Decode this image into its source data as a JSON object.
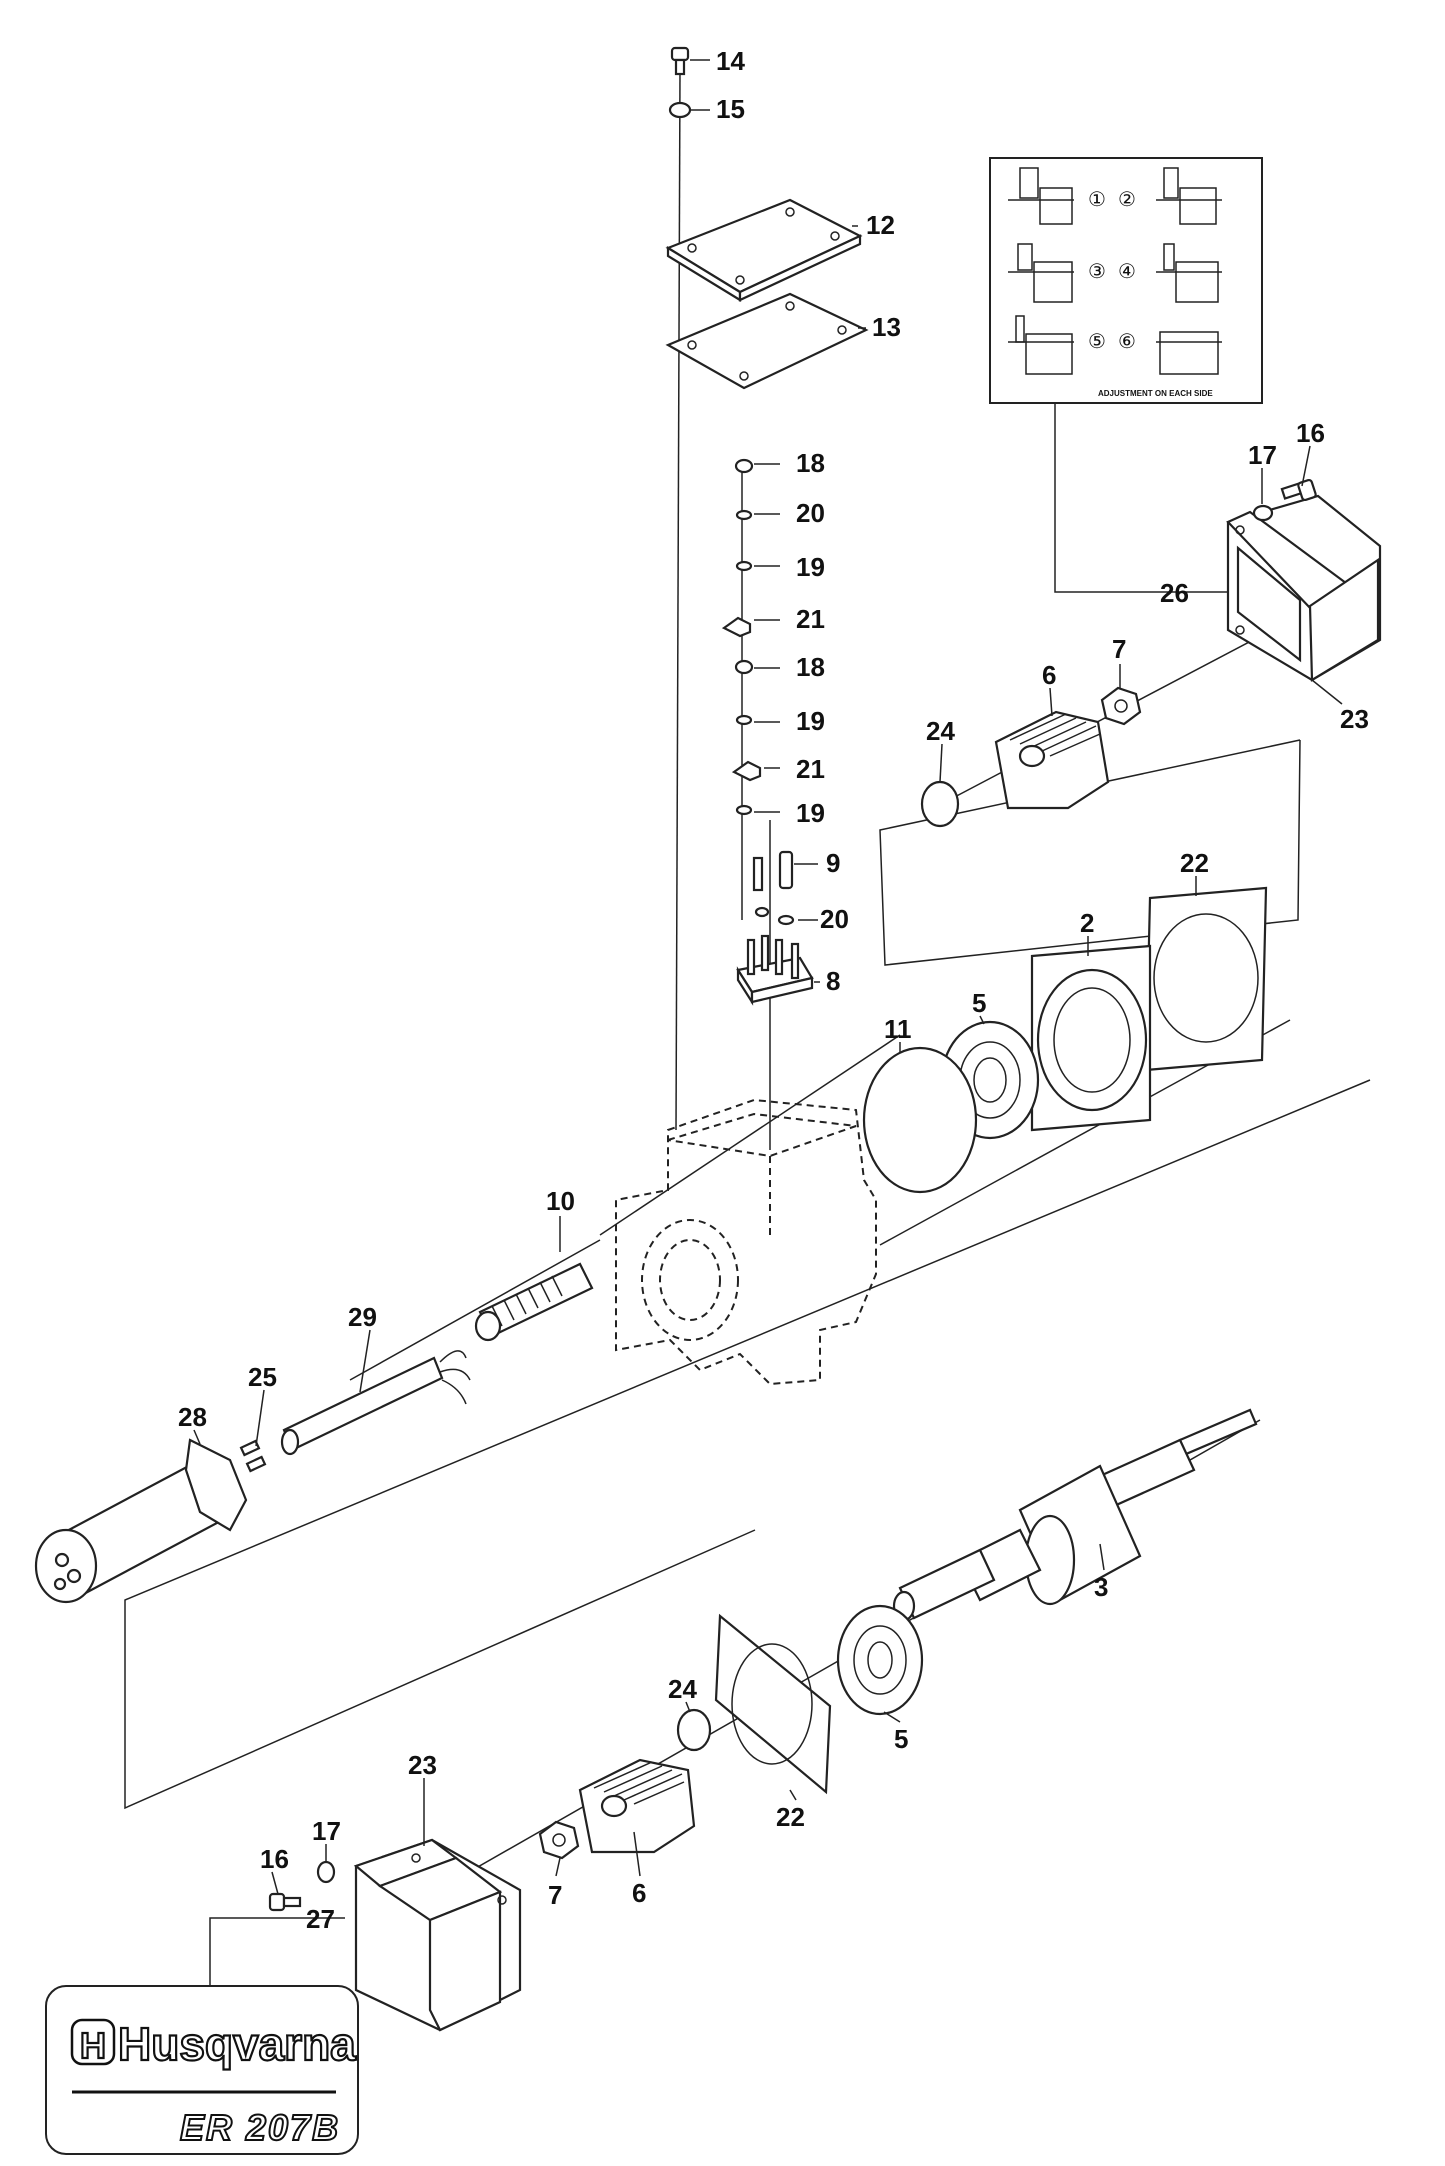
{
  "callouts": [
    {
      "id": "c14",
      "label": "14"
    },
    {
      "id": "c15",
      "label": "15"
    },
    {
      "id": "c12",
      "label": "12"
    },
    {
      "id": "c13",
      "label": "13"
    },
    {
      "id": "c18a",
      "label": "18"
    },
    {
      "id": "c20a",
      "label": "20"
    },
    {
      "id": "c19a",
      "label": "19"
    },
    {
      "id": "c21a",
      "label": "21"
    },
    {
      "id": "c18b",
      "label": "18"
    },
    {
      "id": "c19b",
      "label": "19"
    },
    {
      "id": "c21b",
      "label": "21"
    },
    {
      "id": "c19c",
      "label": "19"
    },
    {
      "id": "c9",
      "label": "9"
    },
    {
      "id": "c20b",
      "label": "20"
    },
    {
      "id": "c8",
      "label": "8"
    },
    {
      "id": "c17a",
      "label": "17"
    },
    {
      "id": "c16a",
      "label": "16"
    },
    {
      "id": "c26",
      "label": "26"
    },
    {
      "id": "c23a",
      "label": "23"
    },
    {
      "id": "c7a",
      "label": "7"
    },
    {
      "id": "c6a",
      "label": "6"
    },
    {
      "id": "c24a",
      "label": "24"
    },
    {
      "id": "c22a",
      "label": "22"
    },
    {
      "id": "c2",
      "label": "2"
    },
    {
      "id": "c5a",
      "label": "5"
    },
    {
      "id": "c11",
      "label": "11"
    },
    {
      "id": "c10",
      "label": "10"
    },
    {
      "id": "c29",
      "label": "29"
    },
    {
      "id": "c25",
      "label": "25"
    },
    {
      "id": "c28",
      "label": "28"
    },
    {
      "id": "c3",
      "label": "3"
    },
    {
      "id": "c24b",
      "label": "24"
    },
    {
      "id": "c5b",
      "label": "5"
    },
    {
      "id": "c22b",
      "label": "22"
    },
    {
      "id": "c23b",
      "label": "23"
    },
    {
      "id": "c17b",
      "label": "17"
    },
    {
      "id": "c16b",
      "label": "16"
    },
    {
      "id": "c7b",
      "label": "7"
    },
    {
      "id": "c6b",
      "label": "6"
    },
    {
      "id": "c27",
      "label": "27"
    }
  ],
  "adjustment_chart": {
    "positions": [
      "①",
      "②",
      "③",
      "④",
      "⑤",
      "⑥"
    ],
    "caption": "ADJUSTMENT ON EACH SIDE"
  },
  "nameplate": {
    "brand": "Husqvarna",
    "model": "ER 207B"
  }
}
